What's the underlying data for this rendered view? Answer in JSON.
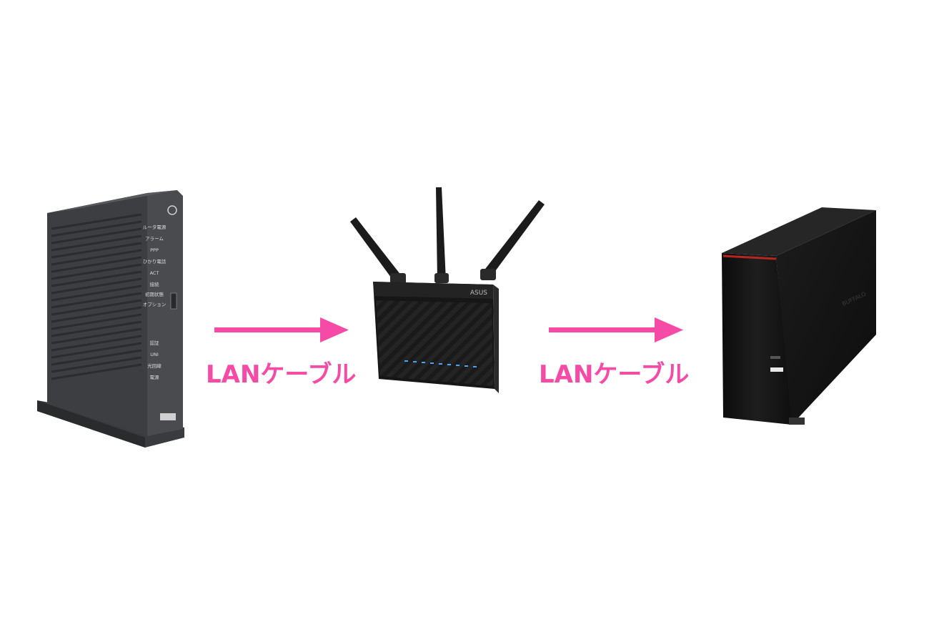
{
  "colors": {
    "arrow": "#f54ba6",
    "label": "#f54ba6",
    "device_dark": "#2f3033",
    "device_black": "#141414"
  },
  "onu": {
    "icon": "onu-modem-device",
    "led_labels": [
      "ルータ電源",
      "アラーム",
      "PPP",
      "ひかり電話",
      "ACT",
      "接続",
      "初期状態",
      "オプション",
      "認証",
      "UNI",
      "光回線",
      "電源"
    ]
  },
  "router": {
    "icon": "wireless-router-device",
    "brand": "ASUS"
  },
  "nas": {
    "icon": "nas-storage-device",
    "brand": "BUFFALO"
  },
  "connections": [
    {
      "label": "LANケーブル"
    },
    {
      "label": "LANケーブル"
    }
  ]
}
